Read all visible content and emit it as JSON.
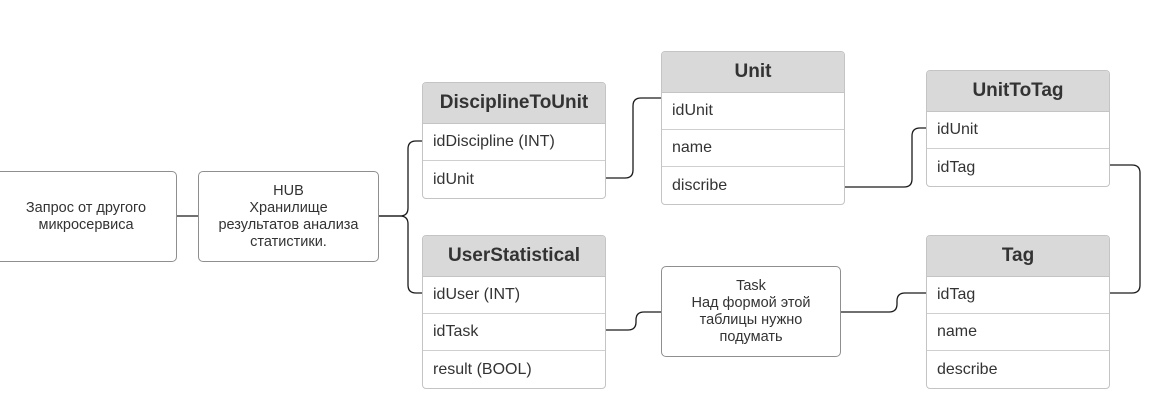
{
  "diagram": {
    "request_box": {
      "text": "Запрос от другого\nмикросервиса"
    },
    "hub_box": {
      "text": "HUB\nХранилище\nрезультатов анализа\nстатистики."
    },
    "task_box": {
      "text": "Task\nНад формой этой\nтаблицы нужно\nподумать"
    },
    "tables": {
      "discipline_to_unit": {
        "title": "DisciplineToUnit",
        "fields": [
          "idDiscipline (INT)",
          "idUnit"
        ]
      },
      "unit": {
        "title": "Unit",
        "fields": [
          "idUnit",
          "name",
          "discribe"
        ]
      },
      "unit_to_tag": {
        "title": "UnitToTag",
        "fields": [
          "idUnit",
          "idTag"
        ]
      },
      "user_statistical": {
        "title": "UserStatistical",
        "fields": [
          "idUser (INT)",
          "idTask",
          "result (BOOL)"
        ]
      },
      "tag": {
        "title": "Tag",
        "fields": [
          "idTag",
          "name",
          "describe"
        ]
      }
    }
  },
  "colors": {
    "header_fill": "#d9d9d9",
    "box_border": "#8f8f8f",
    "connector": "#1a1a1a",
    "text": "#333333"
  }
}
